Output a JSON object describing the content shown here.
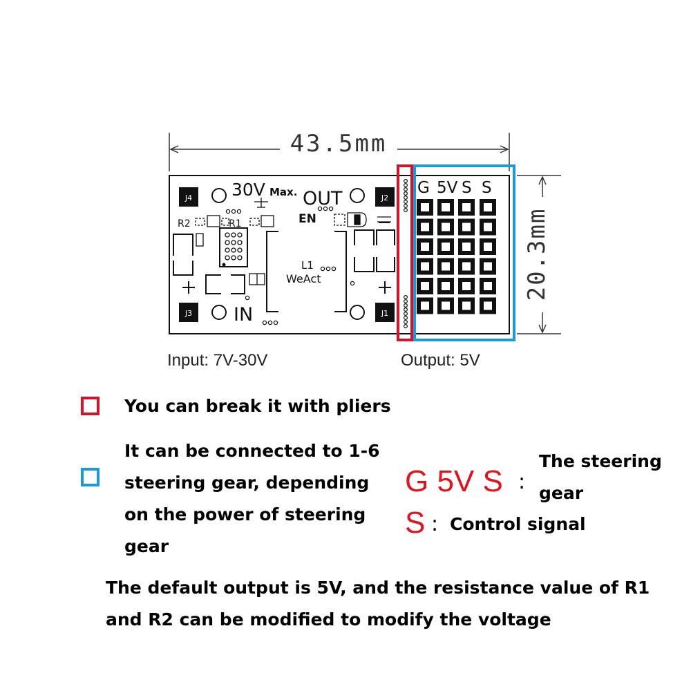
{
  "board": {
    "width_label": "43.5mm",
    "height_label": "20.3mm",
    "voltage_max": "30V",
    "voltage_max_suffix": "Max.",
    "out_label": "OUT",
    "in_label": "IN",
    "en_label": "EN",
    "r1_label": "R1",
    "r2_label": "R2",
    "inductor_label": "L1",
    "brand_label": "WeAct",
    "header_labels": [
      "G",
      "5V",
      "S",
      "S"
    ],
    "pin_rows": 6,
    "pin_cols": 4
  },
  "captions": {
    "input": "Input: 7V-30V",
    "output": "Output: 5V"
  },
  "legend": {
    "red": {
      "color": "#d0142c",
      "text": "You can break it with pliers"
    },
    "blue": {
      "color": "#1a9ad6",
      "line1": "It can be connected to 1-6",
      "line2": "steering gear, depending",
      "line3": "on the power of steering",
      "line4": "gear"
    }
  },
  "pinout": {
    "color": "#e0141e",
    "label1": "G 5V S",
    "desc1_line1": "The steering",
    "desc1_line2": "gear",
    "label2": "S",
    "desc2": "Control signal"
  },
  "note": {
    "line1": "The default output is 5V, and the resistance value of R1",
    "line2": "and R2 can be modified to modify the voltage"
  }
}
